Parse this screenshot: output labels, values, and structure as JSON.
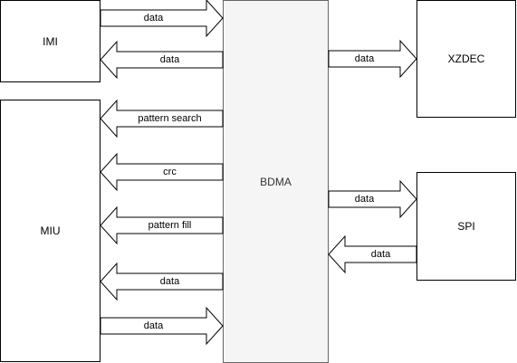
{
  "blocks": {
    "imi": "IMI",
    "miu": "MIU",
    "bdma": "BDMA",
    "xzdec": "XZDEC",
    "spi": "SPI"
  },
  "arrows": [
    {
      "label": "data",
      "direction": "right",
      "link": "IMI-BDMA"
    },
    {
      "label": "data",
      "direction": "left",
      "link": "BDMA-IMI"
    },
    {
      "label": "pattern search",
      "direction": "left",
      "link": "BDMA-MIU"
    },
    {
      "label": "crc",
      "direction": "left",
      "link": "BDMA-MIU"
    },
    {
      "label": "pattern fill",
      "direction": "left",
      "link": "BDMA-MIU"
    },
    {
      "label": "data",
      "direction": "left",
      "link": "BDMA-MIU"
    },
    {
      "label": "data",
      "direction": "right",
      "link": "MIU-BDMA"
    },
    {
      "label": "data",
      "direction": "right",
      "link": "BDMA-XZDEC"
    },
    {
      "label": "data",
      "direction": "right",
      "link": "BDMA-SPI"
    },
    {
      "label": "data",
      "direction": "left",
      "link": "SPI-BDMA"
    }
  ]
}
